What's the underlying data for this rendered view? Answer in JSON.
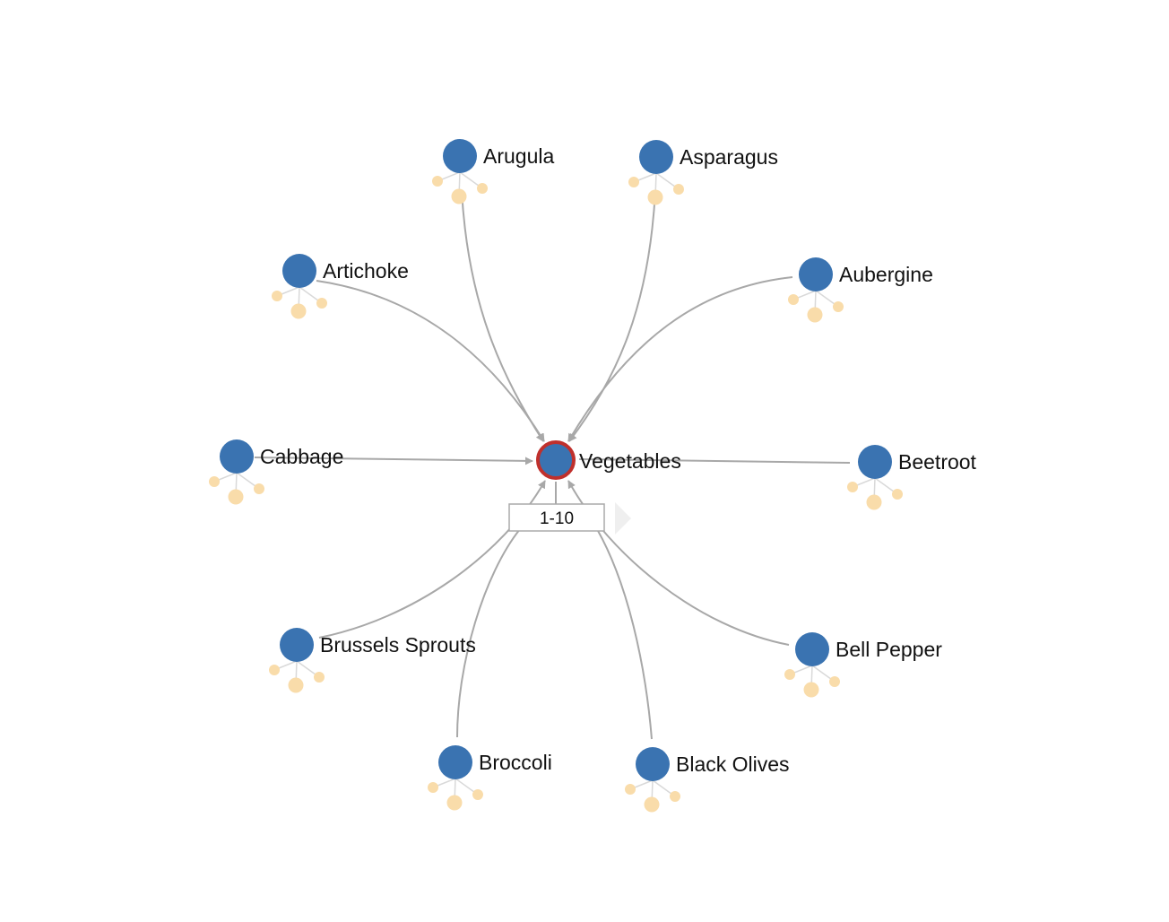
{
  "graph": {
    "center": {
      "label": "Vegetables",
      "fill": "#3a73b1",
      "stroke": "#c0302c"
    },
    "node_color": "#3a73b1",
    "child_color": "#f9dcaa",
    "edge_color": "#a8a8a8",
    "pager": {
      "label": "1-10"
    },
    "nodes": [
      {
        "id": "arugula",
        "label": "Arugula"
      },
      {
        "id": "asparagus",
        "label": "Asparagus"
      },
      {
        "id": "artichoke",
        "label": "Artichoke"
      },
      {
        "id": "aubergine",
        "label": "Aubergine"
      },
      {
        "id": "cabbage",
        "label": "Cabbage"
      },
      {
        "id": "beetroot",
        "label": "Beetroot"
      },
      {
        "id": "brussels-sprouts",
        "label": "Brussels Sprouts"
      },
      {
        "id": "bell-pepper",
        "label": "Bell Pepper"
      },
      {
        "id": "broccoli",
        "label": "Broccoli"
      },
      {
        "id": "black-olives",
        "label": "Black Olives"
      }
    ]
  }
}
